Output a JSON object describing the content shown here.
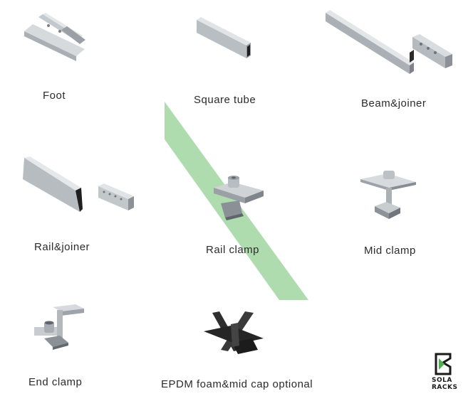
{
  "products": [
    {
      "id": "foot",
      "label": "Foot"
    },
    {
      "id": "square-tube",
      "label": "Square tube"
    },
    {
      "id": "beam-joiner",
      "label": "Beam&joiner"
    },
    {
      "id": "rail-joiner",
      "label": "Rail&joiner"
    },
    {
      "id": "rail-clamp",
      "label": "Rail clamp"
    },
    {
      "id": "mid-clamp",
      "label": "Mid clamp"
    },
    {
      "id": "end-clamp",
      "label": "End clamp"
    },
    {
      "id": "epdm-foam",
      "label": "EPDM foam&mid cap optional"
    }
  ],
  "logo": {
    "line1": "SOLA",
    "line2": "RACKS"
  },
  "colors": {
    "accent_stripe": "#6cbf6c",
    "metal_light": "#d4d8dc",
    "metal_dark": "#8a9096",
    "rubber": "#2a2a2a",
    "logo_green": "#4caf50"
  }
}
